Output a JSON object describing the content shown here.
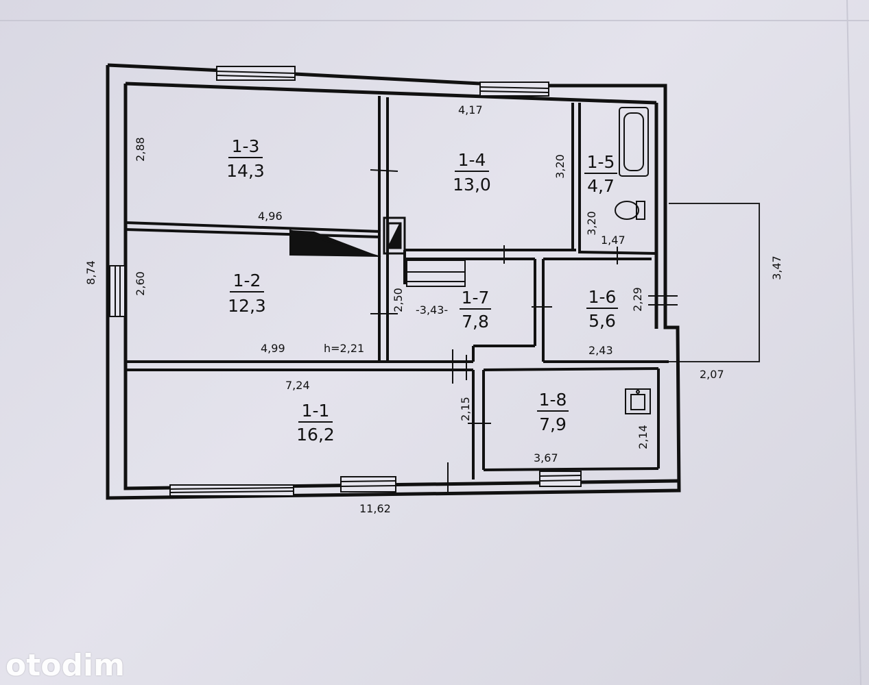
{
  "rooms": [
    {
      "id": "1-1",
      "area": "16,2"
    },
    {
      "id": "1-2",
      "area": "12,3"
    },
    {
      "id": "1-3",
      "area": "14,3"
    },
    {
      "id": "1-4",
      "area": "13,0"
    },
    {
      "id": "1-5",
      "area": "4,7"
    },
    {
      "id": "1-6",
      "area": "5,6"
    },
    {
      "id": "1-7",
      "area": "7,8"
    },
    {
      "id": "1-8",
      "area": "7,9"
    }
  ],
  "dimensions": {
    "overall_width": "11,62",
    "overall_depth": "8,74",
    "r13_height": "2,88",
    "r13_width": "4,96",
    "r14_width": "4,17",
    "r14_height": "3,20",
    "r15_height": "3,20",
    "r15_width": "1,47",
    "annex_depth": "3,47",
    "annex_width": "2,07",
    "r12_height": "2,60",
    "r12_width": "4,99",
    "ceiling_height": "h=2,21",
    "r17_height": "2,50",
    "r17_width": "-3,43-",
    "r16_height": "2,29",
    "r16_width": "2,43",
    "r11_width": "7,24",
    "r11_height": "2,15",
    "r18_width": "3,67",
    "r18_height": "2,14"
  },
  "watermark": "otodim"
}
